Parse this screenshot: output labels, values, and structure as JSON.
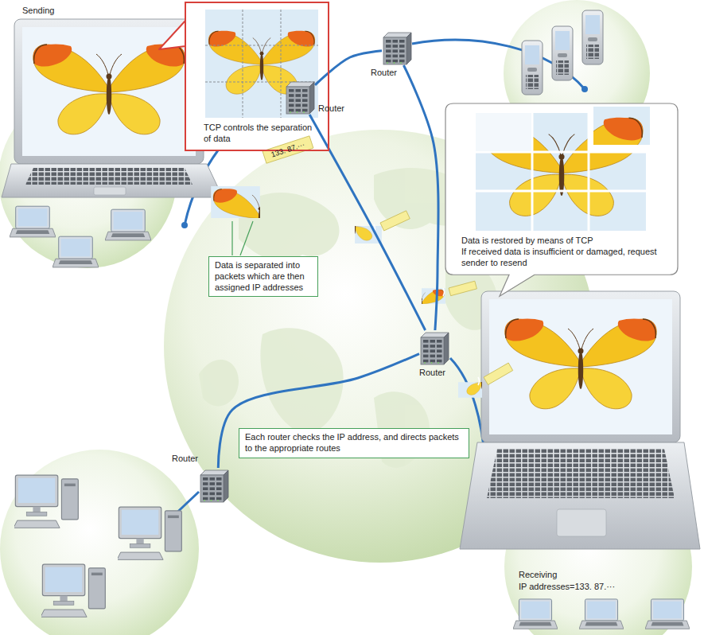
{
  "diagram": {
    "nodes": [
      {
        "text": [
          "TCP controls the separation of data"
        ]
      },
      {
        "text": [
          "Router"
        ]
      },
      {
        "text": [
          "Router"
        ]
      },
      {
        "text": [
          "Data is restored by means of TCP",
          "If received data is insufficient or damaged, request sender to resend"
        ]
      },
      {
        "text": [
          "Data is separated into packets which are then assigned IP addresses"
        ]
      },
      {
        "text": [
          "Router"
        ]
      },
      {
        "text": [
          "Each router checks the IP address, and directs packets to the appropriate routes"
        ]
      },
      {
        "text": [
          "Router"
        ]
      }
    ],
    "edges": [
      {
        "from": 2,
        "to": 1,
        "arrow": "none"
      },
      {
        "from": 2,
        "to": 5,
        "arrow": "none"
      },
      {
        "from": 1,
        "to": 5,
        "arrow": "none"
      },
      {
        "from": 7,
        "to": 5,
        "arrow": "none"
      }
    ],
    "labels": [
      "Sending",
      "133. 87.···",
      "Receiving",
      "IP addresses=133. 87.···"
    ]
  }
}
